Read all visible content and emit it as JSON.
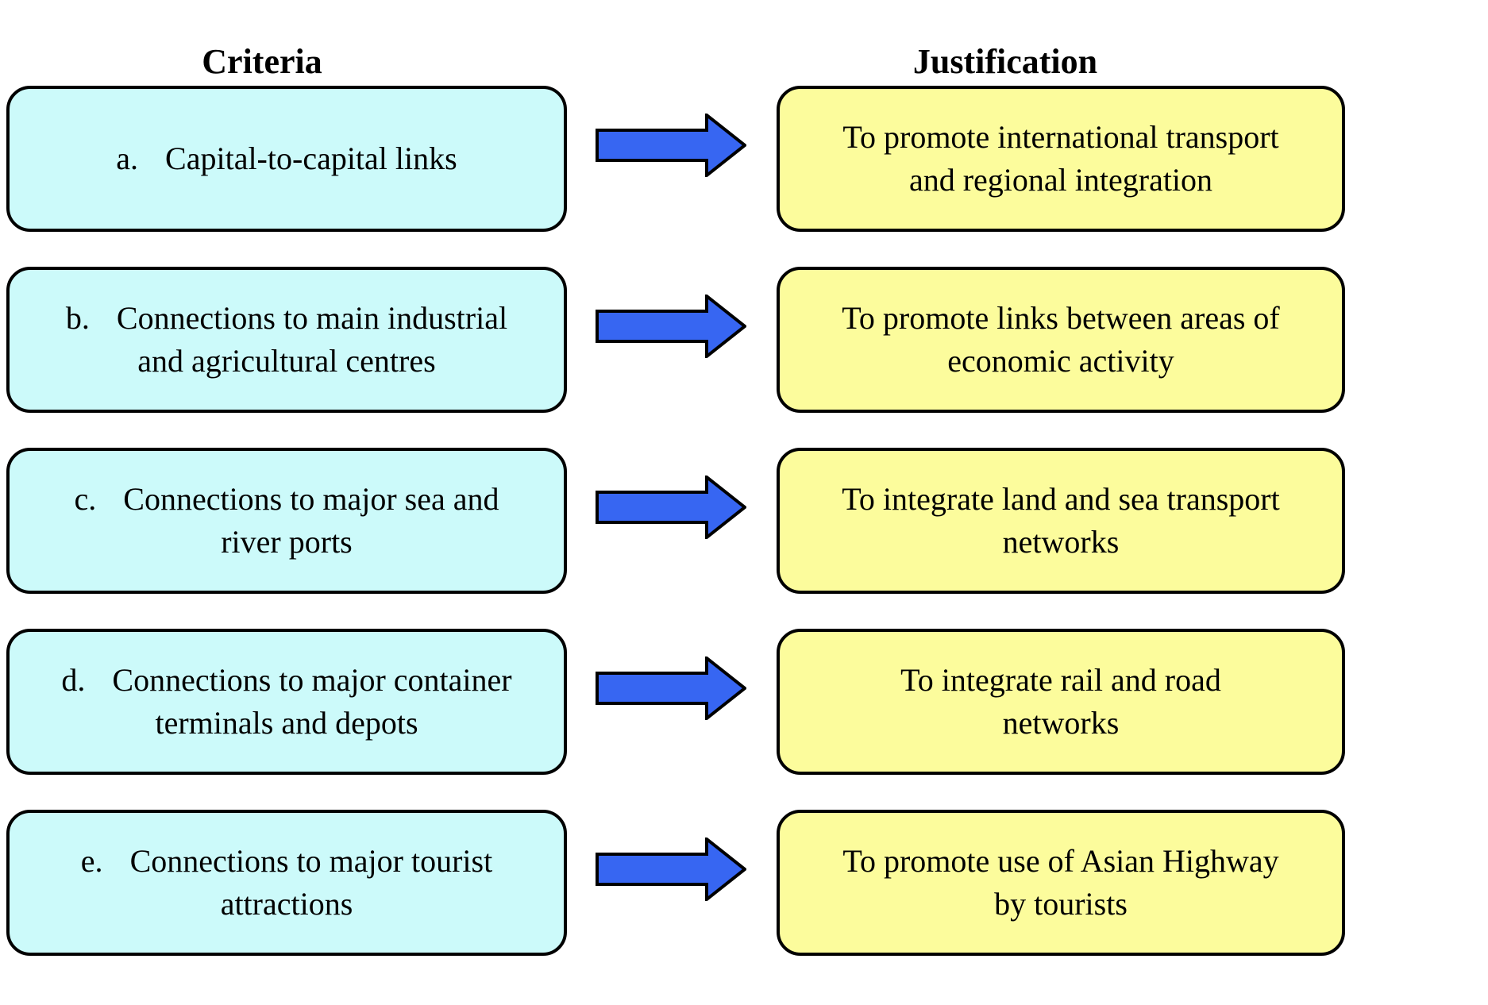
{
  "page": {
    "background": "#ffffff"
  },
  "colors": {
    "page_bg": "#ffffff",
    "criteria_fill": "#ccfafa",
    "justification_fill": "#fcfc9c",
    "arrow_fill": "#3766f2",
    "border": "#000000"
  },
  "columns": {
    "criteria": {
      "header": "Criteria"
    },
    "justification": {
      "header": "Justification"
    }
  },
  "rows": [
    {
      "criteria": {
        "label": "a.",
        "lines": [
          "Capital-to-capital links"
        ]
      },
      "justification": {
        "lines": [
          "To promote international transport",
          "and regional integration"
        ]
      }
    },
    {
      "criteria": {
        "label": "b.",
        "lines": [
          "Connections to main industrial",
          "and agricultural centres"
        ]
      },
      "justification": {
        "lines": [
          "To promote links between areas of",
          "economic activity"
        ]
      }
    },
    {
      "criteria": {
        "label": "c.",
        "lines": [
          "Connections to major sea and",
          "river ports"
        ]
      },
      "justification": {
        "lines": [
          "To integrate land and sea transport",
          "networks"
        ]
      }
    },
    {
      "criteria": {
        "label": "d.",
        "lines": [
          "Connections to major container",
          "terminals and depots"
        ]
      },
      "justification": {
        "lines": [
          "To integrate rail and road",
          "networks"
        ]
      }
    },
    {
      "criteria": {
        "label": "e.",
        "lines": [
          "Connections to major tourist",
          "attractions"
        ]
      },
      "justification": {
        "lines": [
          "To promote use of Asian Highway",
          "by tourists"
        ]
      }
    }
  ]
}
